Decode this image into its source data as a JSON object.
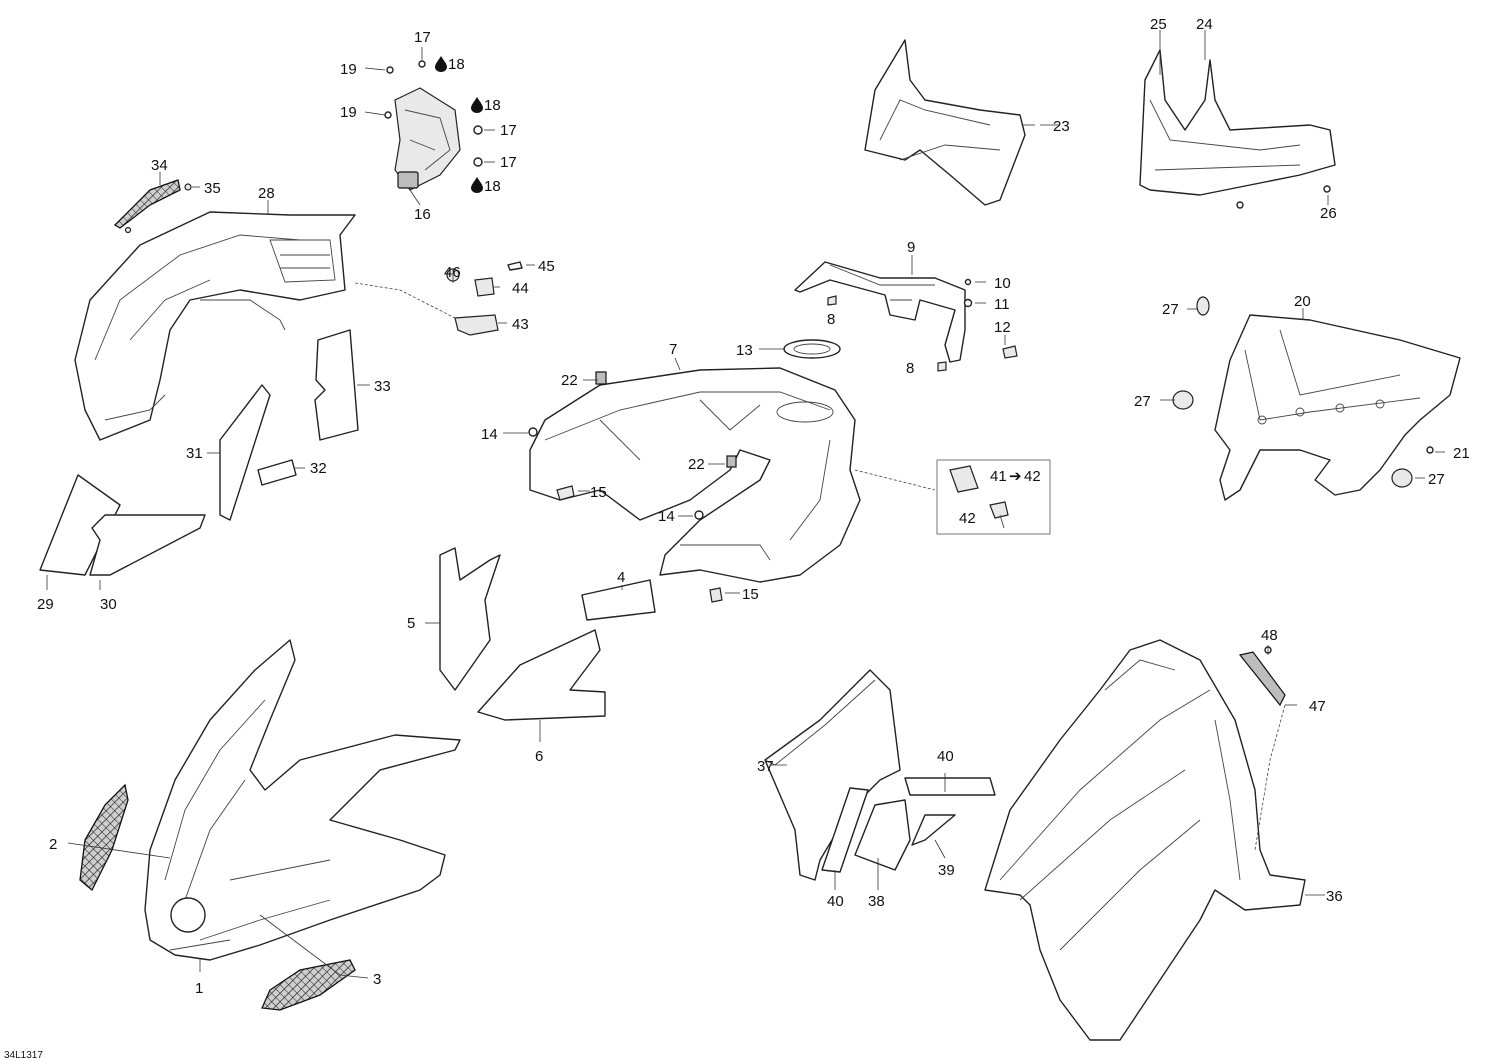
{
  "drawing_id": "34L1317",
  "callouts": {
    "c1": "1",
    "c2": "2",
    "c3": "3",
    "c4": "4",
    "c5": "5",
    "c6": "6",
    "c7": "7",
    "c8a": "8",
    "c8b": "8",
    "c9": "9",
    "c10": "10",
    "c11": "11",
    "c12": "12",
    "c13": "13",
    "c14a": "14",
    "c14b": "14",
    "c15a": "15",
    "c15b": "15",
    "c16": "16",
    "c17a": "17",
    "c17b": "17",
    "c17c": "17",
    "c18a": "18",
    "c18b": "18",
    "c18c": "18",
    "c19a": "19",
    "c19b": "19",
    "c20": "20",
    "c21": "21",
    "c22a": "22",
    "c22b": "22",
    "c23": "23",
    "c24": "24",
    "c25": "25",
    "c26": "26",
    "c27a": "27",
    "c27b": "27",
    "c27c": "27",
    "c28": "28",
    "c29": "29",
    "c30": "30",
    "c31": "31",
    "c32": "32",
    "c33": "33",
    "c34": "34",
    "c35": "35",
    "c36": "36",
    "c37": "37",
    "c38": "38",
    "c39": "39",
    "c40a": "40",
    "c40b": "40",
    "c41": "41",
    "c42a": "42",
    "c42b": "42",
    "c43": "43",
    "c44": "44",
    "c45": "45",
    "c46": "46",
    "c47": "47",
    "c48": "48"
  },
  "kit_note_arrow": "➔",
  "icons": {
    "adhesive": "drop-icon",
    "kit_arrow": "arrow-right-icon"
  }
}
